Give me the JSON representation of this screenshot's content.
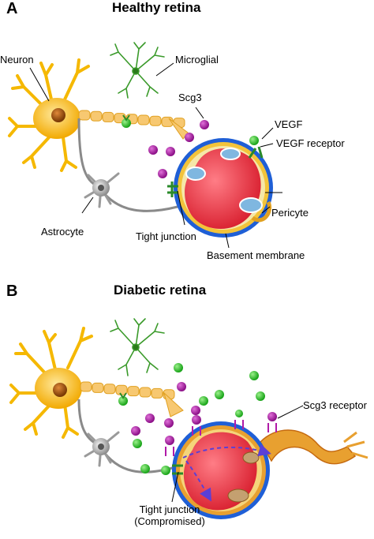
{
  "panel_a": {
    "letter": "A",
    "title": "Healthy retina",
    "labels": {
      "neuron": "Neuron",
      "microglial": "Microglial",
      "scg3": "Scg3",
      "vegf": "VEGF",
      "vegf_receptor": "VEGF receptor",
      "astrocyte": "Astrocyte",
      "pericyte": "Pericyte",
      "tight_junction": "Tight junction",
      "basement_membrane": "Basement membrane"
    }
  },
  "panel_b": {
    "letter": "B",
    "title": "Diabetic retina",
    "labels": {
      "scg3_receptor": "Scg3 receptor",
      "tight_junction_line1": "Tight junction",
      "tight_junction_line2": "(Compromised)"
    }
  },
  "colors": {
    "neuron_body": "#f5b800",
    "axon_segment": "#f7c871",
    "nucleus": "#b05a10",
    "scg3_dot": "#b01aa8",
    "vegf_dot": "#2ecc2e",
    "vessel_outer": "#1f5fd6",
    "vessel_inner": "#f0c030",
    "lumen": "#f22f3f",
    "astrocyte": "#9a9a9a",
    "microglia": "#3a9a2a"
  }
}
